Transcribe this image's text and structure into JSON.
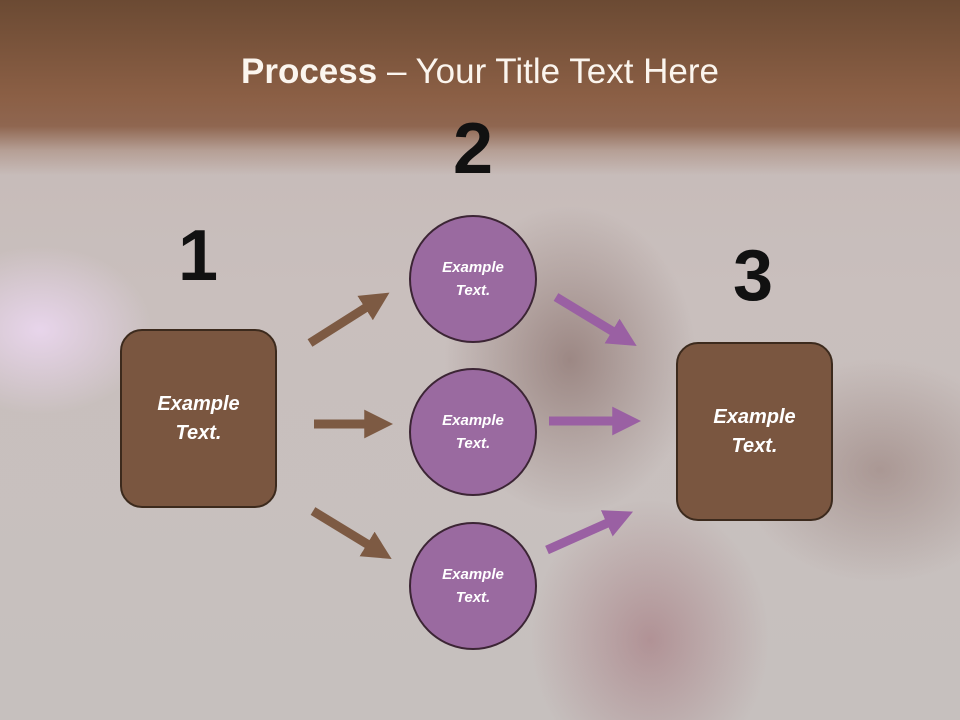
{
  "title": {
    "bold": "Process",
    "rest": " – Your Title Text Here"
  },
  "steps": [
    {
      "number": "1"
    },
    {
      "number": "2"
    },
    {
      "number": "3"
    }
  ],
  "left_box": {
    "text": "Example\nText."
  },
  "right_box": {
    "text": "Example\nText."
  },
  "circles": [
    {
      "text": "Example\nText."
    },
    {
      "text": "Example\nText."
    },
    {
      "text": "Example\nText."
    }
  ],
  "colors": {
    "brown": "#7a5640",
    "purple": "#9a6aa0",
    "brown_arrow": "#7d5a43",
    "purple_arrow": "#9a60a3"
  }
}
